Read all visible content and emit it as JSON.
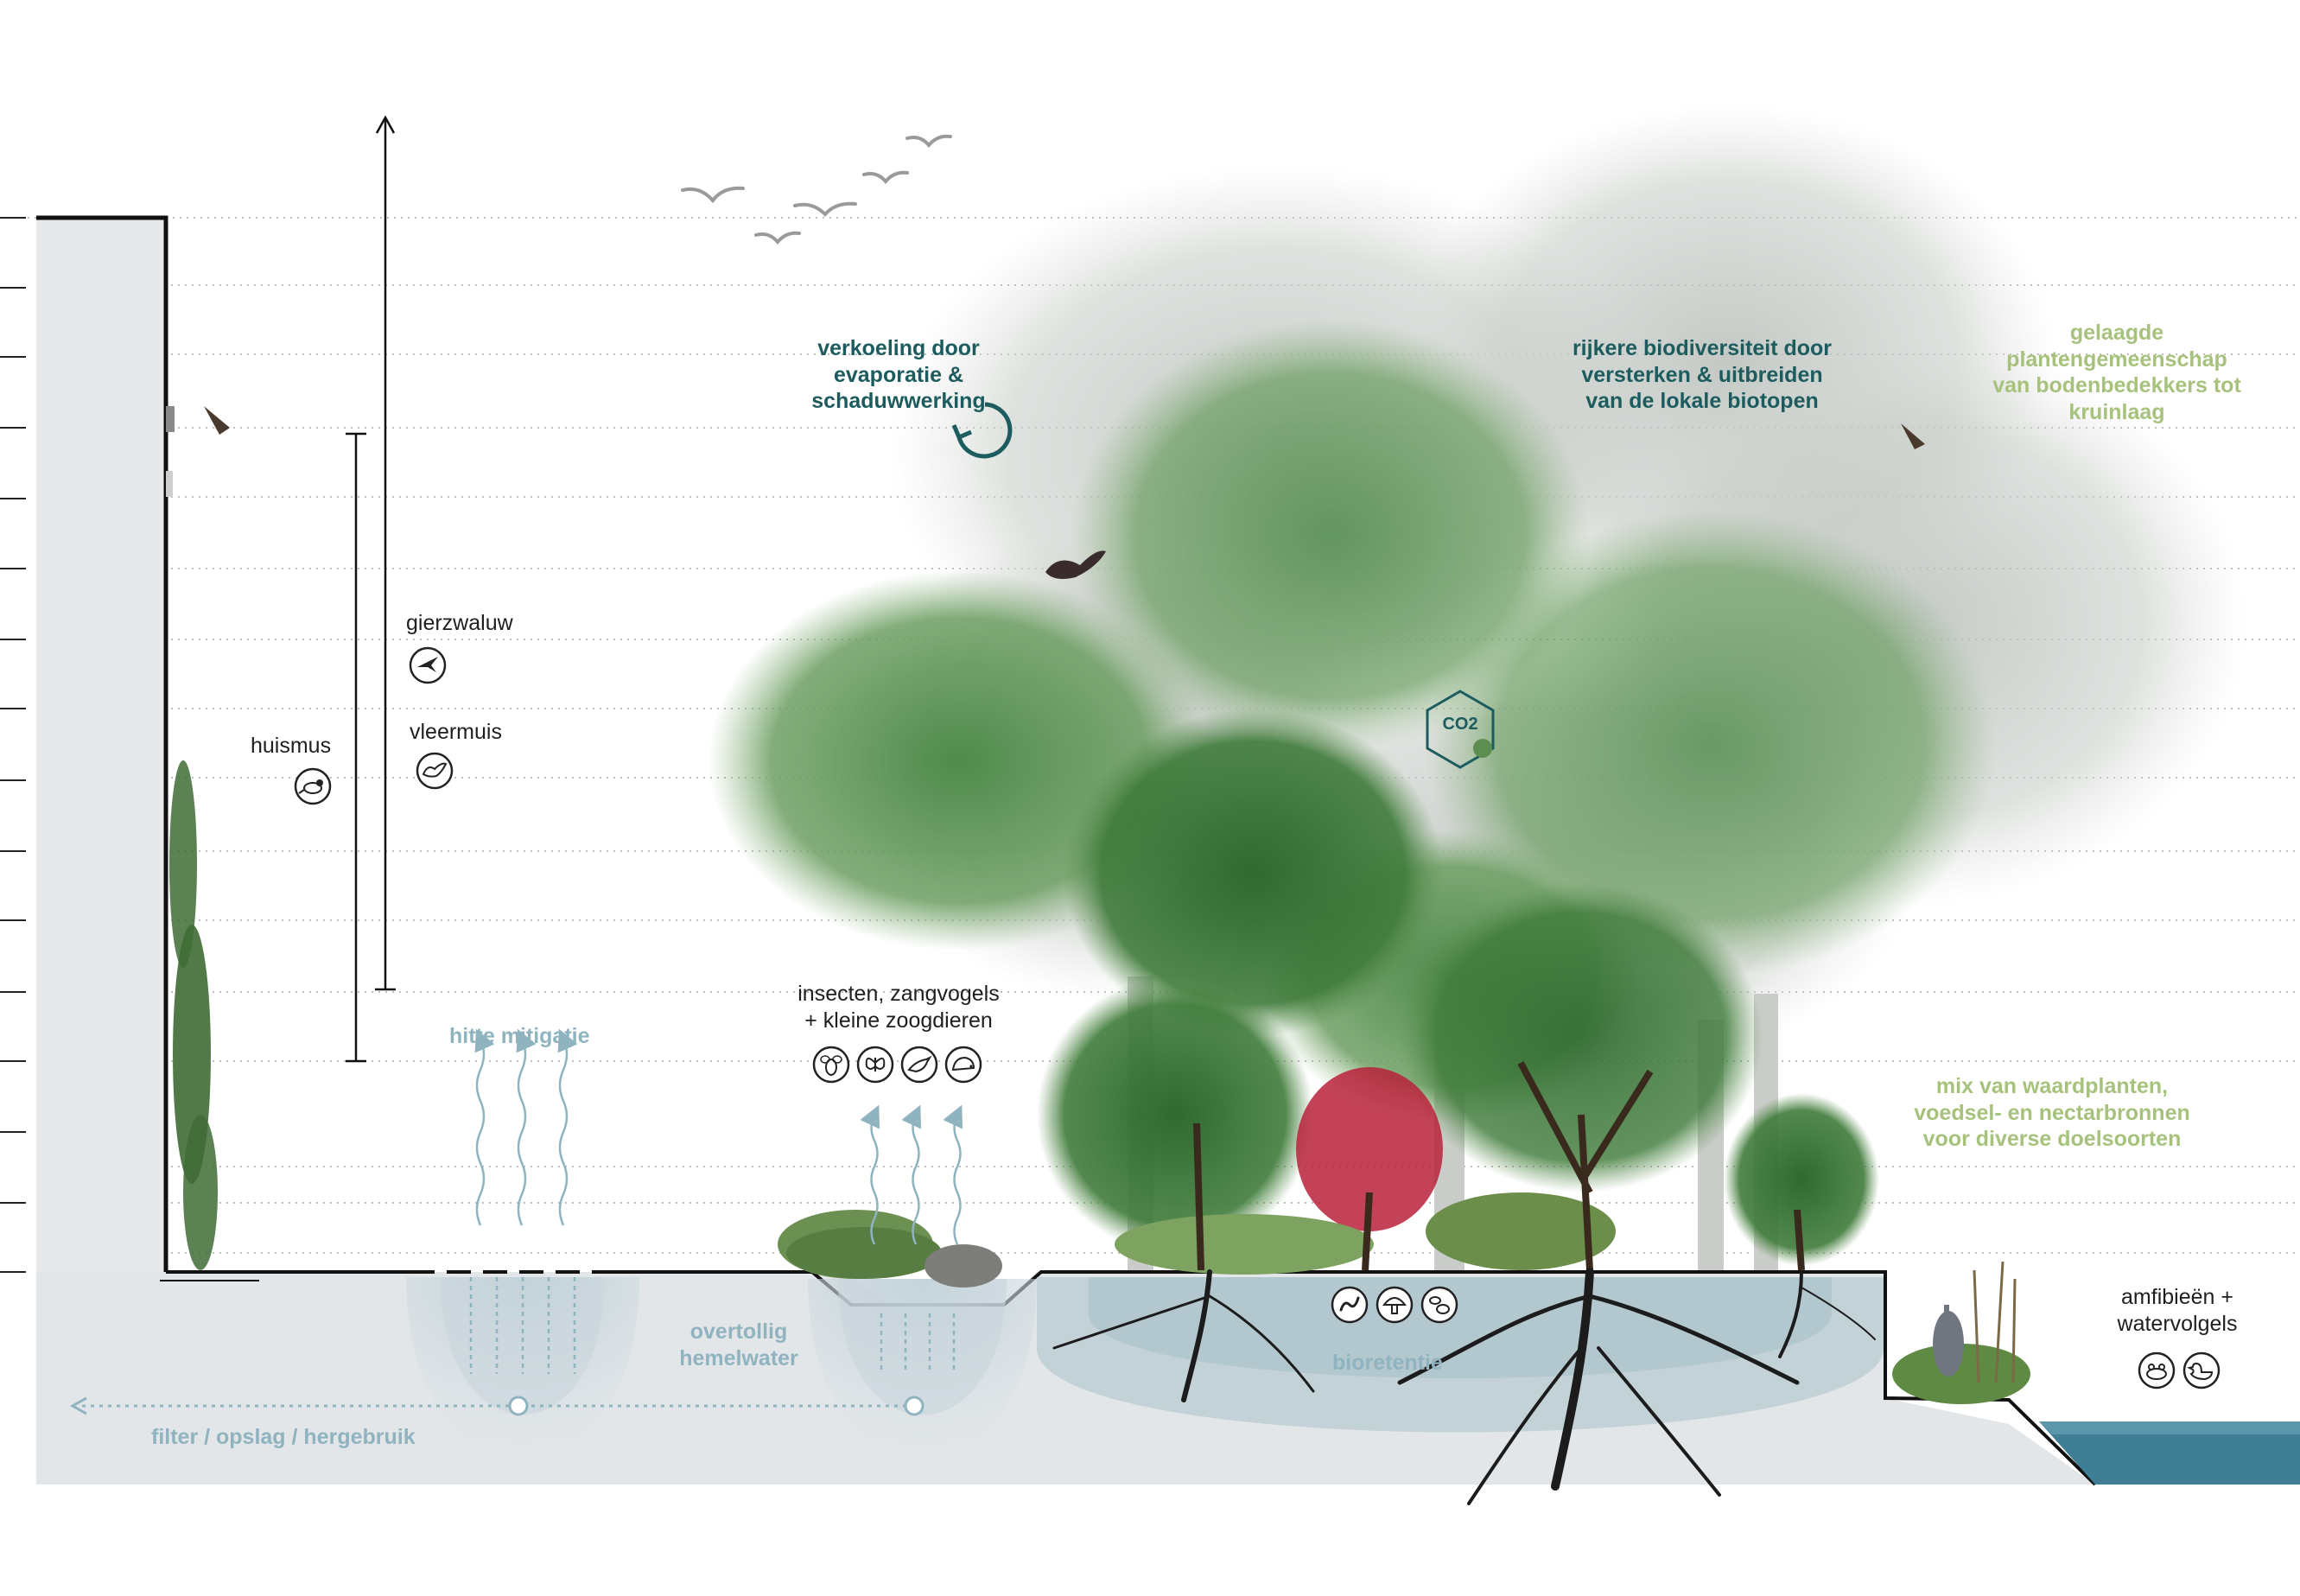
{
  "labels": {
    "cooling": [
      "verkoeling door",
      "evaporatie &",
      "schaduwwerking"
    ],
    "biodiversity": [
      "rijkere biodiversiteit door",
      "versterken & uitbreiden",
      "van de lokale biotopen"
    ],
    "layered": [
      "gelaagde",
      "plantengemeenschap",
      "van bodenbedekkers tot",
      "kruinlaag"
    ],
    "mix": [
      "mix van waardplanten,",
      "voedsel- en nectarbronnen",
      "voor diverse doelsoorten"
    ],
    "insects": [
      "insecten, zangvogels",
      "+ kleine zoogdieren"
    ],
    "amphibians": [
      "amfibieën +",
      "watervolgels"
    ],
    "gierzwaluw": "gierzwaluw",
    "vleermuis": "vleermuis",
    "huismus": "huismus",
    "heat": "hitte mitigatie",
    "rainwater": [
      "overtollig",
      "hemelwater"
    ],
    "filter": "filter / opslag / hergebruik",
    "bioretention": "bioretentie",
    "co2": "CO2"
  },
  "icons": {
    "gierzwaluw": "swift-icon",
    "vleermuis": "bat-icon",
    "huismus": "sparrow-icon",
    "insects_group": [
      "bee-icon",
      "butterfly-icon",
      "songbird-icon",
      "hedgehog-icon"
    ],
    "soil_group": [
      "worm-icon",
      "mushroom-icon",
      "bacteria-icon"
    ],
    "water_group": [
      "frog-icon",
      "duck-icon"
    ]
  },
  "colors": {
    "teal_text": "#1d5c5e",
    "green_text": "#a7c27c",
    "blue_text": "#8fb3bf",
    "ground": "#e3e6e8",
    "water": "#3f7e95"
  }
}
